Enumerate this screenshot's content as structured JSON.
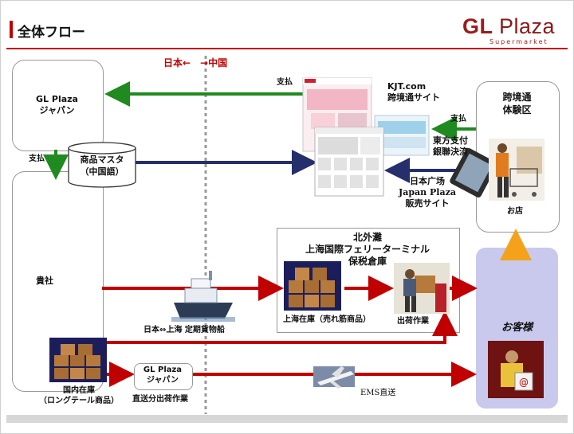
{
  "header": {
    "title": "全体フロー",
    "logo_main": "GL",
    "logo_plaza": "Plaza",
    "logo_sub": "Supermarket"
  },
  "border_label": "日本←　→中国",
  "nodes": {
    "gl_plaza_japan": "GL Plaza\nジャパン",
    "master": "商品マスタ\n（中国語）",
    "company": "貴社",
    "domestic_stock": "国内在庫\n（ロングテール商品）",
    "gl_plaza_small": "GL Plaza\nジャパン",
    "direct_ship": "直送分出荷作業",
    "ship_label": "日本⇔上海 定期貨物船",
    "warehouse_title": "北外灘\n上海国際フェリーターミナル\n保税倉庫",
    "shanghai_stock": "上海在庫（売れ筋商品）",
    "shipping_work": "出荷作業",
    "kjt_label": "KJT.com\n跨境通サイト",
    "payment_label": "東方支付\n銀聯決済",
    "japan_plaza_label": "日本广场\nJapan Plaza\n販売サイト",
    "experience_title": "跨境通\n体験区",
    "store": "お店",
    "customer": "お客様",
    "ems": "EMS直送"
  },
  "flow_labels": {
    "pay_top": "支払",
    "pay_right": "支払",
    "pay_left": "支払"
  },
  "colors": {
    "green": "#1f8a1f",
    "navy": "#242f6b",
    "red": "#c00000",
    "orange": "#f5a21b",
    "customer_bg": "#c9c9ee"
  }
}
